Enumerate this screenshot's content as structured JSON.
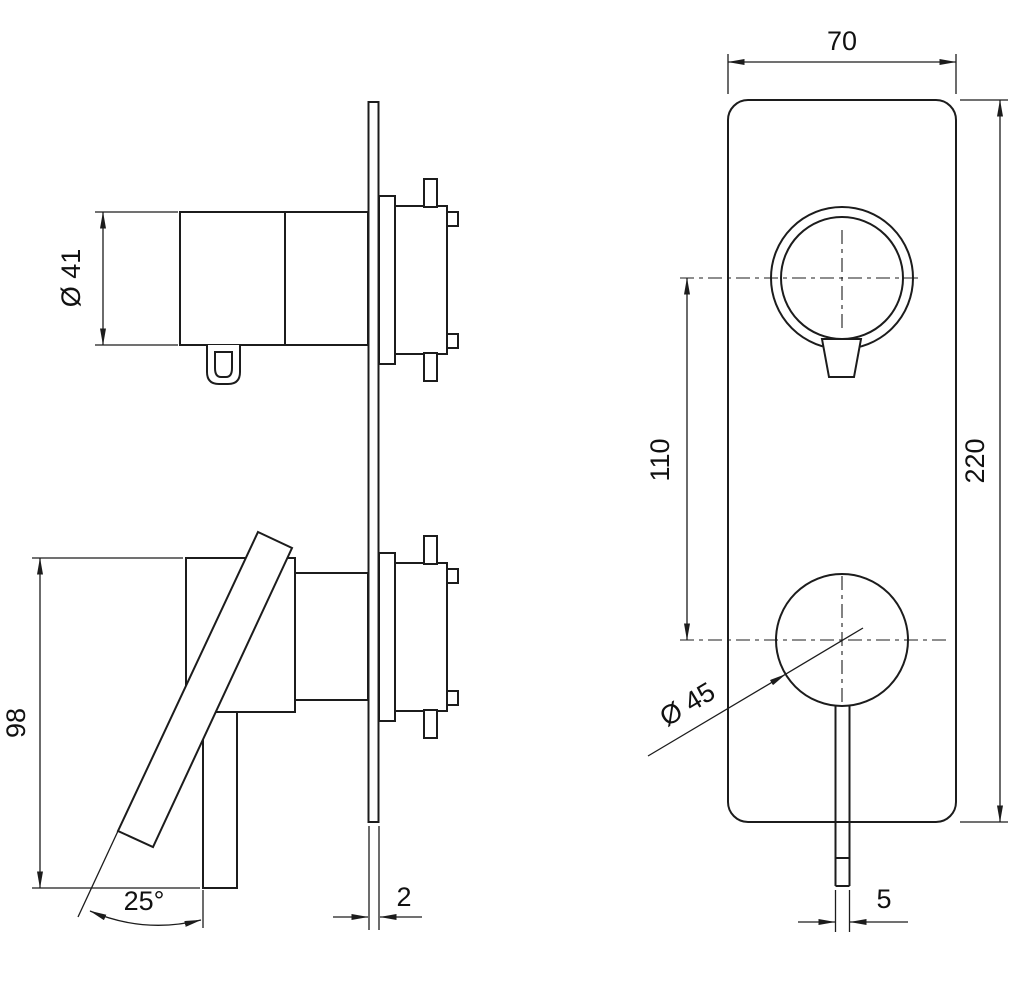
{
  "drawing": {
    "side_view": {
      "dim_knob_diameter": "Ø 41",
      "dim_handle_length": "98",
      "dim_lever_angle": "25°",
      "dim_plate_thickness": "2"
    },
    "front_view": {
      "dim_plate_width": "70",
      "dim_plate_height": "220",
      "dim_centre_spacing": "110",
      "dim_knob_diameter": "Ø 45",
      "dim_lever_width": "5"
    }
  }
}
